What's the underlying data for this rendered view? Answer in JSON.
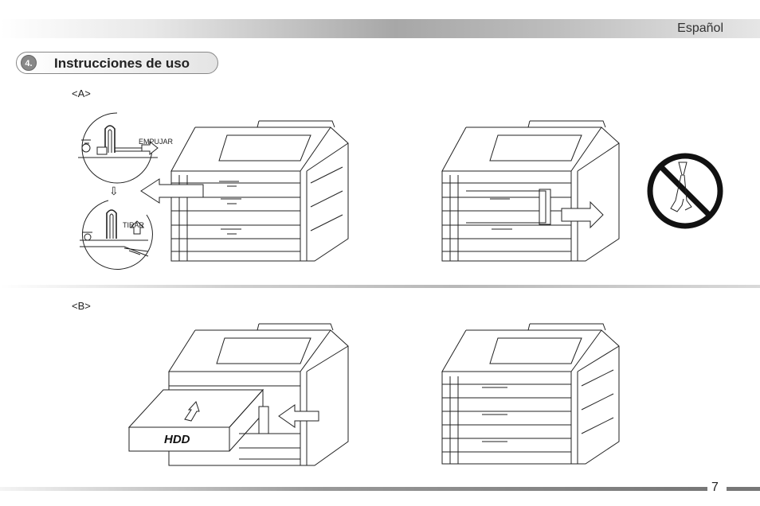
{
  "header": {
    "language": "Español"
  },
  "section": {
    "number": "4.",
    "title": "Instrucciones de uso"
  },
  "figures": {
    "a": {
      "label": "<A>",
      "push_label": "EMPUJAR",
      "pull_label": "TIRAR",
      "down_arrow": "⇩"
    },
    "b": {
      "label": "<B>",
      "hdd_label": "HDD"
    }
  },
  "footer": {
    "page_number": "7"
  }
}
